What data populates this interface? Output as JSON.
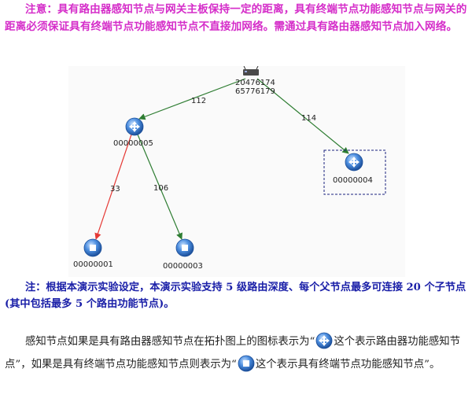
{
  "notes": {
    "top": "注意：具有路由器感知节点与网关主板保持一定的距离，具有终端节点功能感知节点与网关的距离必须保证具有终端节点功能感知节点不直接加网络。需通过具有路由器感知节点加入网络。",
    "bottom": "注：根据本演示实验设定，本演示实验支持 5 级路由深度、每个父节点最多可连接 20 个子节点(其中包括最多 5 个路由功能节点)。"
  },
  "diagram": {
    "gateway": {
      "line1": "20476174",
      "line2": "65776179"
    },
    "nodes": [
      {
        "id": "00000005",
        "kind": "router"
      },
      {
        "id": "00000004",
        "kind": "router"
      },
      {
        "id": "00000001",
        "kind": "end-device"
      },
      {
        "id": "00000003",
        "kind": "end-device"
      }
    ],
    "edges": [
      {
        "label": "112",
        "color": "#2e7d32"
      },
      {
        "label": "114",
        "color": "#2e7d32"
      },
      {
        "label": "33",
        "color": "#e53935"
      },
      {
        "label": "106",
        "color": "#2e7d32"
      }
    ]
  },
  "paragraph": {
    "part1": "感知节点如果是具有路由器感知节点在拓扑图上的图标表示为“",
    "part2": "这个表示路由器功能感知节点”，如果是具有终端节点功能感知节点则表示为“",
    "part3": "这个表示具有终端节点功能感知节点”。"
  },
  "colors": {
    "note_top": "#d52dc9",
    "note_bottom": "#1b20a8",
    "node_blue": "#2f6fc4"
  }
}
